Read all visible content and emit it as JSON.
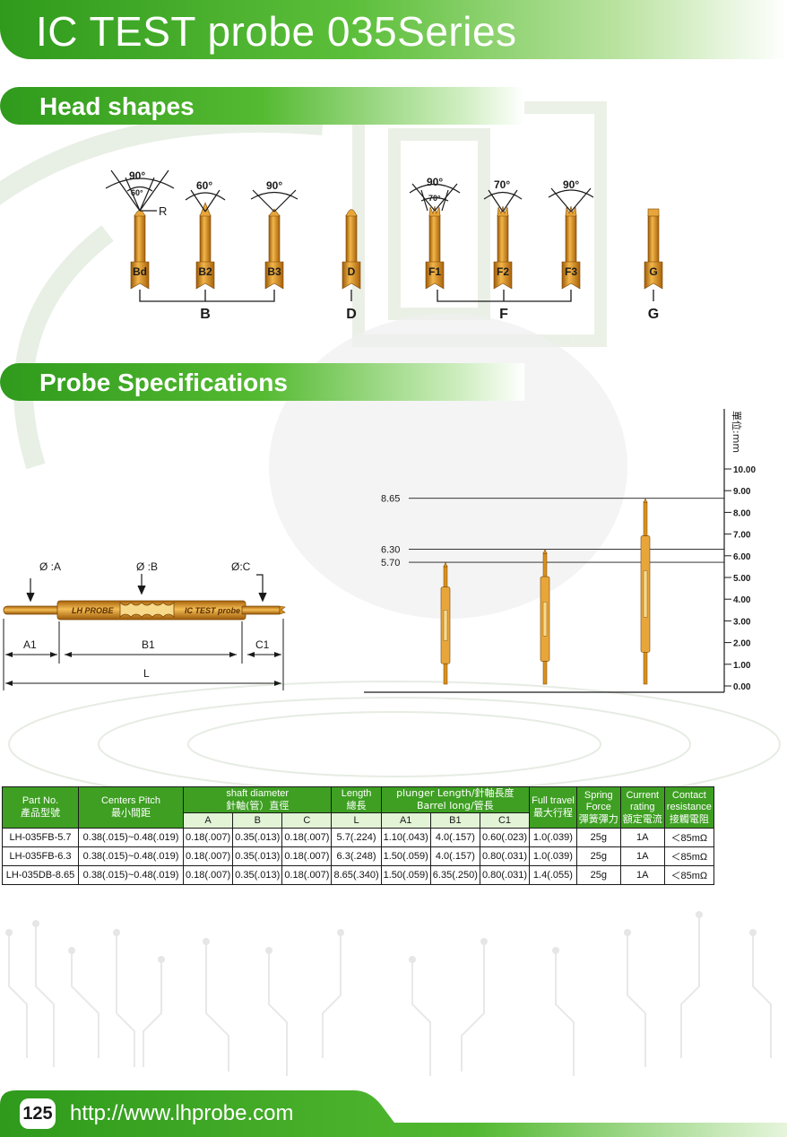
{
  "page": {
    "title": "IC TEST probe 035Series",
    "page_number": "125",
    "url": "http://www.lhprobe.com"
  },
  "head_shapes": {
    "heading": "Head shapes",
    "angles": {
      "bd_outer": "90°",
      "bd_inner": "60°",
      "bd_radius": "R",
      "b2": "60°",
      "b3": "90°",
      "f1_outer": "90°",
      "f1_inner": "70°",
      "f2": "70°",
      "f3": "90°"
    },
    "tips": [
      "Bd",
      "B2",
      "B3",
      "D",
      "F1",
      "F2",
      "F3",
      "G"
    ],
    "groups": [
      "B",
      "D",
      "F",
      "G"
    ]
  },
  "probe_specs": {
    "heading": "Probe Specifications",
    "dimension_labels": {
      "dia_a": "Ø :A",
      "dia_b": "Ø :B",
      "dia_c": "Ø:C",
      "a1": "A1",
      "b1": "B1",
      "c1": "C1",
      "l": "L",
      "barrel_text_left": "LH PROBE",
      "barrel_text_right": "IC TEST probe"
    },
    "scale": {
      "unit": "單位:mm",
      "ticks": [
        "10.00",
        "9.00",
        "8.00",
        "7.00",
        "6.00",
        "5.00",
        "4.00",
        "3.00",
        "2.00",
        "1.00",
        "0.00"
      ],
      "markers": [
        "8.65",
        "6.30",
        "5.70"
      ],
      "probe_lengths": [
        5.7,
        6.3,
        8.65
      ]
    }
  },
  "table": {
    "headers": {
      "part_no": "Part No.",
      "part_no_cn": "產品型號",
      "pitch": "Centers Pitch",
      "pitch_cn": "最小間距",
      "shaft": "shaft diameter",
      "shaft_cn": "針軸(管）直徑",
      "length": "Length",
      "length_cn": "總長",
      "plunger": "plunger Length/針軸長度",
      "barrel": "Barrel long/管長",
      "travel": "Full travel",
      "travel_cn": "最大行程",
      "spring": "Spring",
      "spring2": "Force",
      "spring_cn": "彈簧彈力",
      "current": "Current",
      "current2": "rating",
      "current_cn": "額定電流",
      "contact": "Contact",
      "contact2": "resistance",
      "contact_cn": "接觸電阻"
    },
    "sub_headers": [
      "A",
      "B",
      "C",
      "L",
      "A1",
      "B1",
      "C1"
    ],
    "rows": [
      {
        "part": "LH-035FB-5.7",
        "pitch": "0.38(.015)~0.48(.019)",
        "a": "0.18(.007)",
        "b": "0.35(.013)",
        "c": "0.18(.007)",
        "l": "5.7(.224)",
        "a1": "1.10(.043)",
        "b1": "4.0(.157)",
        "c1": "0.60(.023)",
        "travel": "1.0(.039)",
        "force": "25g",
        "current": "1A",
        "resistance": "＜85mΩ"
      },
      {
        "part": "LH-035FB-6.3",
        "pitch": "0.38(.015)~0.48(.019)",
        "a": "0.18(.007)",
        "b": "0.35(.013)",
        "c": "0.18(.007)",
        "l": "6.3(.248)",
        "a1": "1.50(.059)",
        "b1": "4.0(.157)",
        "c1": "0.80(.031)",
        "travel": "1.0(.039)",
        "force": "25g",
        "current": "1A",
        "resistance": "＜85mΩ"
      },
      {
        "part": "LH-035DB-8.65",
        "pitch": "0.38(.015)~0.48(.019)",
        "a": "0.18(.007)",
        "b": "0.35(.013)",
        "c": "0.18(.007)",
        "l": "8.65(.340)",
        "a1": "1.50(.059)",
        "b1": "6.35(.250)",
        "c1": "0.80(.031)",
        "travel": "1.4(.055)",
        "force": "25g",
        "current": "1A",
        "resistance": "＜85mΩ"
      }
    ]
  },
  "colors": {
    "brand_green": "#3e9f22",
    "probe_gold": "#d9901c"
  }
}
